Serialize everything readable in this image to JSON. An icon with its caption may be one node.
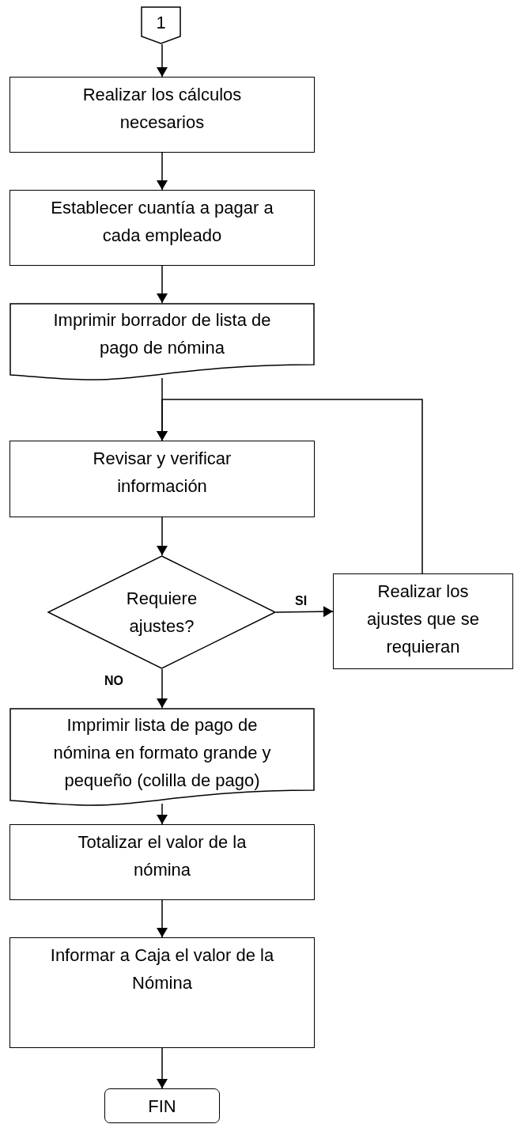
{
  "diagram": {
    "nodes": [
      {
        "text": [
          "1"
        ]
      },
      {
        "text": [
          "Realizar los cálculos necesarios"
        ]
      },
      {
        "text": [
          "Establecer cuantía a pagar a cada empleado"
        ]
      },
      {
        "text": [
          "Imprimir borrador de lista de pago de nómina"
        ]
      },
      {
        "text": [
          "Revisar y verificar información"
        ]
      },
      {
        "text": [
          "Requiere ajustes?"
        ]
      },
      {
        "text": [
          "Realizar los ajustes que se requieran"
        ]
      },
      {
        "text": [
          "Imprimir lista de pago de nómina en formato grande y pequeño (colilla de pago)"
        ]
      },
      {
        "text": [
          "Totalizar el valor de la nómina"
        ]
      },
      {
        "text": [
          "Informar a Caja el valor de la Nómina"
        ]
      },
      {
        "text": [
          "FIN"
        ]
      }
    ],
    "edges": [
      {
        "from": 0,
        "to": 1,
        "arrow": "to"
      },
      {
        "from": 1,
        "to": 2,
        "arrow": "to"
      },
      {
        "from": 2,
        "to": 3,
        "arrow": "to"
      },
      {
        "from": 3,
        "to": 4,
        "arrow": "to"
      },
      {
        "from": 4,
        "to": 5,
        "arrow": "to"
      },
      {
        "from": 5,
        "to": 6,
        "arrow": "to",
        "label": "SI"
      },
      {
        "from": 6,
        "to": 4,
        "arrow": "to"
      },
      {
        "from": 5,
        "to": 7,
        "arrow": "to",
        "label": "NO"
      },
      {
        "from": 7,
        "to": 8,
        "arrow": "to"
      },
      {
        "from": 8,
        "to": 9,
        "arrow": "to"
      },
      {
        "from": 9,
        "to": 10,
        "arrow": "to"
      }
    ]
  }
}
